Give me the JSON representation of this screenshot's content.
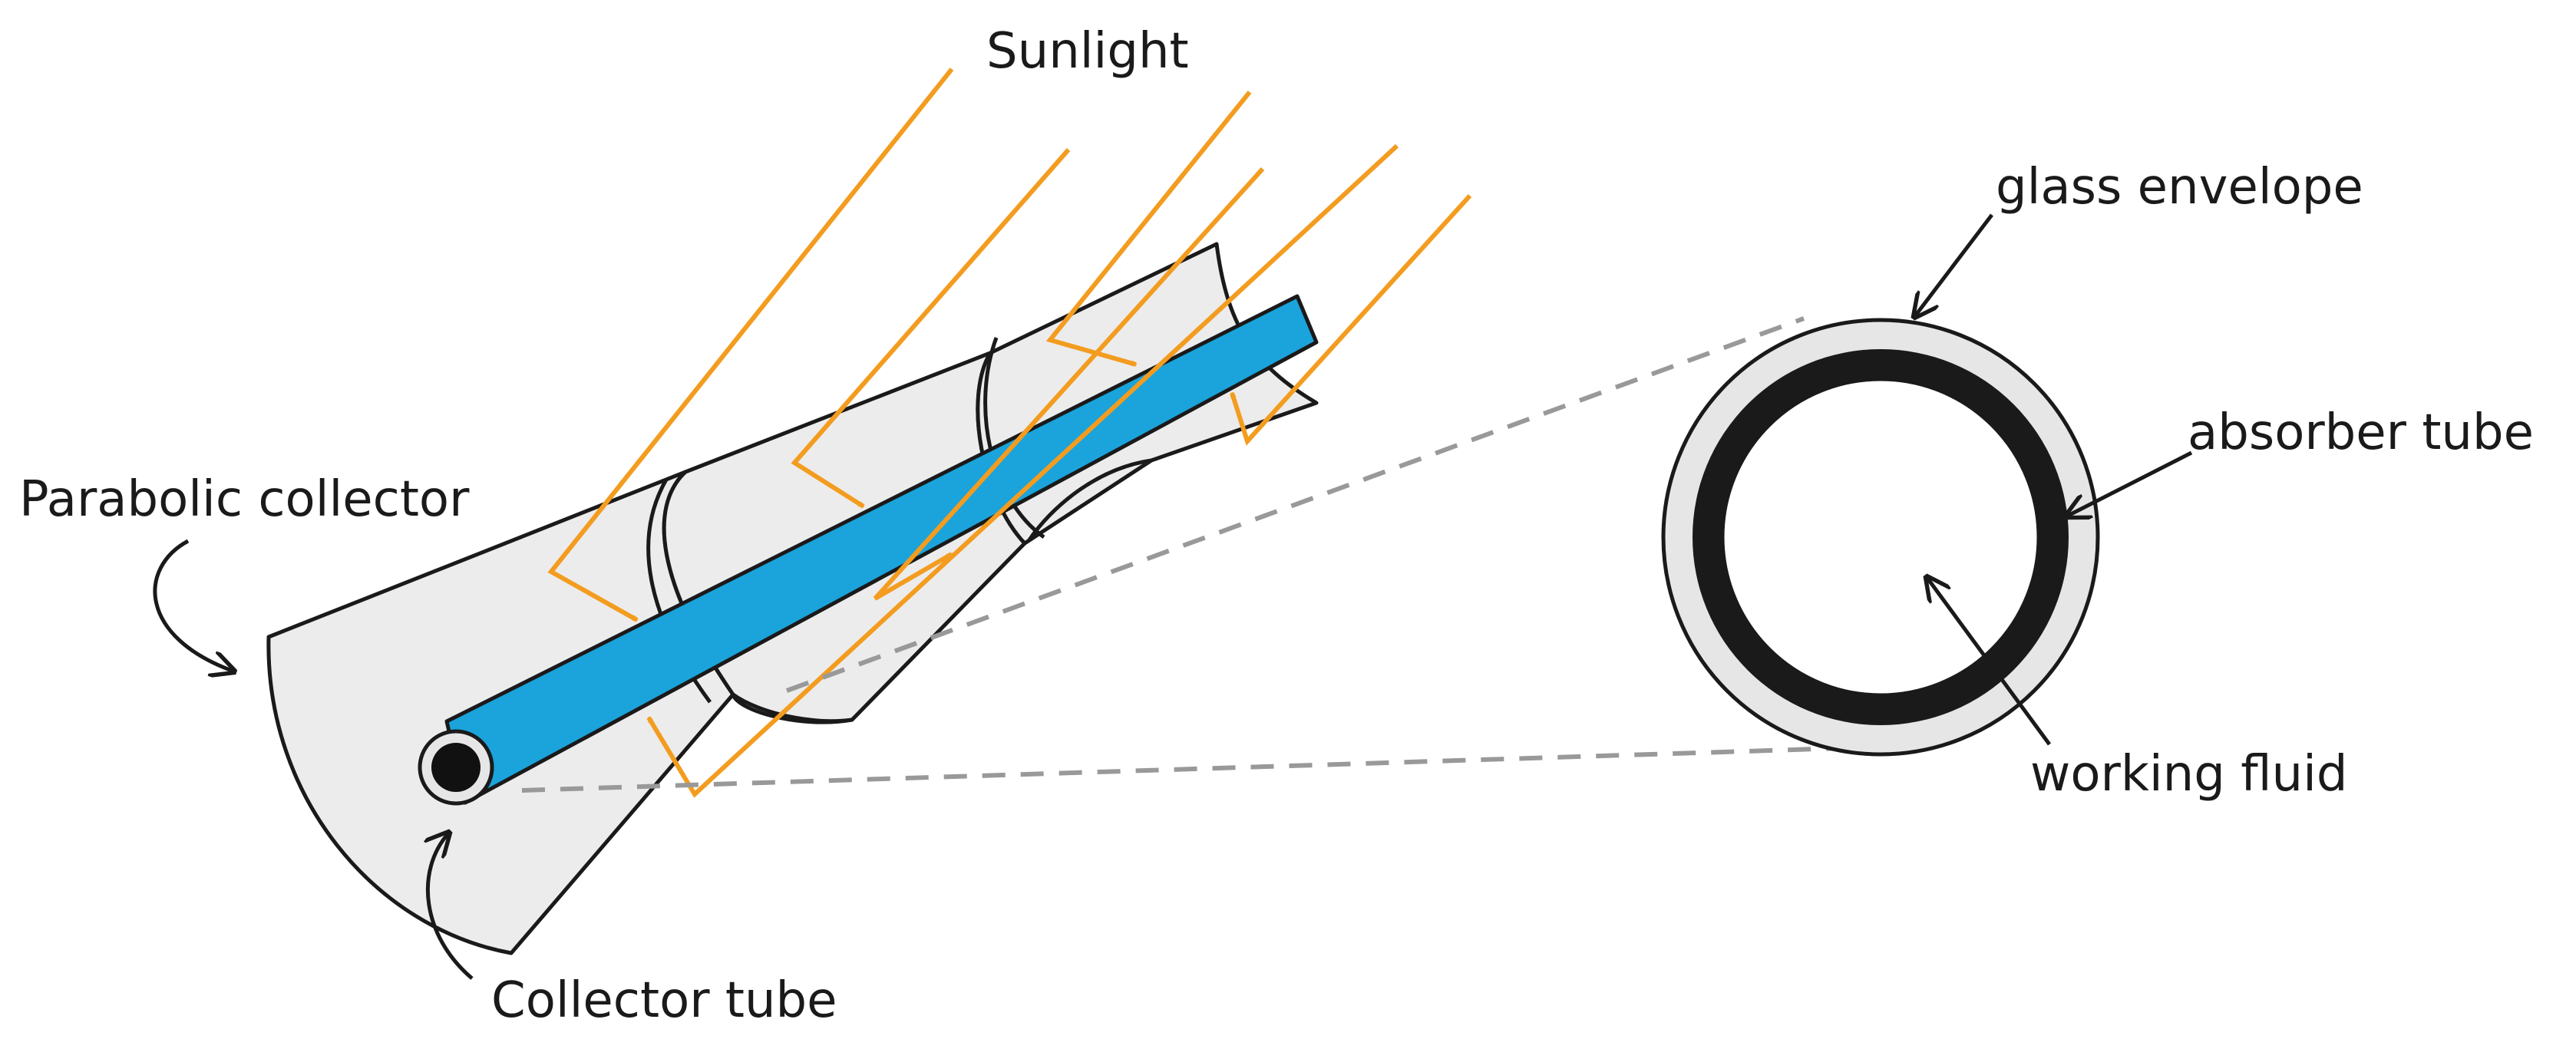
{
  "labels": {
    "sunlight": "Sunlight",
    "parabolic_collector": "Parabolic collector",
    "collector_tube": "Collector tube",
    "glass_envelope": "glass envelope",
    "absorber_tube": "absorber tube",
    "working_fluid": "working fluid"
  },
  "colors": {
    "sunlight_ray": "#f39c1f",
    "collector_tube_fill": "#1ba3dc",
    "glass_envelope_fill": "#e6e6e6",
    "absorber_tube_fill": "#1a1a1a",
    "trough_fill": "#ececec",
    "outline": "#1a1a1a",
    "zoom_lines": "#999999"
  }
}
